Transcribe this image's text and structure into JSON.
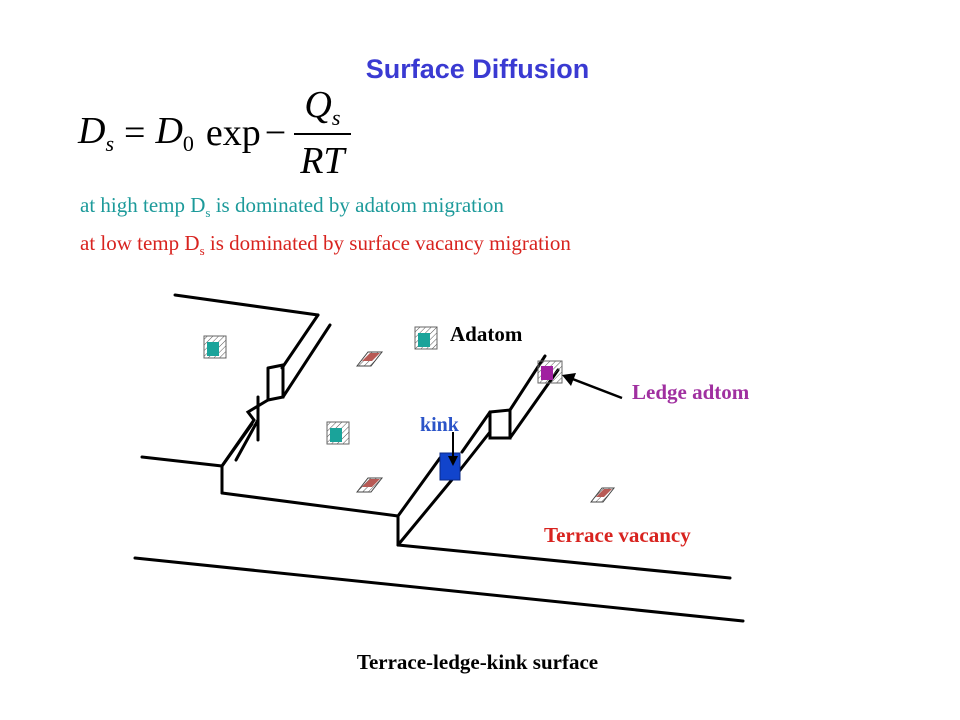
{
  "title": "Surface Diffusion",
  "formula": {
    "lhs_symbol": "D",
    "lhs_sub": "s",
    "equals": "=",
    "pre_symbol": "D",
    "pre_sub": "0",
    "func": "exp",
    "minus": "−",
    "num_symbol": "Q",
    "num_sub": "s",
    "denominator": "RT"
  },
  "lines": {
    "high_temp_before": "at high temp D",
    "high_temp_sub": "s",
    "high_temp_after": " is dominated by adatom migration",
    "low_temp_before": "at low temp D",
    "low_temp_sub": "s",
    "low_temp_after": " is dominated by surface vacancy migration"
  },
  "labels": {
    "adatom": "Adatom",
    "ledge_adatom": "Ledge adtom",
    "kink": "kink",
    "terrace_vacancy": "Terrace vacancy"
  },
  "caption": "Terrace-ledge-kink surface",
  "colors": {
    "title": "#3a3ad2",
    "high_temp_text": "#1c9a9a",
    "low_temp_text": "#d8231f",
    "adatom_fill": "#1aa39a",
    "ledge_adatom_fill": "#a020a0",
    "kink_fill": "#1144cc",
    "vacancy_fill": "#b85a55",
    "ledge_label": "#a030a0",
    "kink_label": "#2b54c8",
    "vacancy_label": "#d8231f"
  }
}
